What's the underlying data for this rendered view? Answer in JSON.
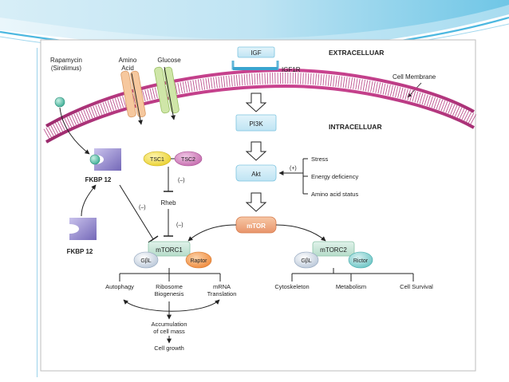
{
  "diagram": {
    "regions": {
      "extracellular": "EXTRACELLUAR",
      "intracellular": "INTRACELLUAR",
      "membrane": "Cell Membrane"
    },
    "inputs": {
      "rapamycin_line1": "Rapamycin",
      "rapamycin_line2": "(Sirolimus)",
      "amino_line1": "Amino",
      "amino_line2": "Acid",
      "glucose": "Glucose",
      "igf": "IGF",
      "igf1r": "IGF1R"
    },
    "nodes": {
      "pi3k": "PI3K",
      "akt": "Akt",
      "mtor": "mTOR",
      "tsc1": "TSC1",
      "tsc2": "TSC2",
      "rheb": "Rheb",
      "fkbp_top": "FKBP 12",
      "fkbp_bottom": "FKBP 12",
      "mtorc1": "mTORC1",
      "mtorc2": "mTORC2",
      "gbl1": "GβL",
      "raptor": "Raptor",
      "gbl2": "GβL",
      "rictor": "Rictor"
    },
    "signs": {
      "tsc_minus": "(–)",
      "rheb_minus": "(–)",
      "fkbp_minus": "(–)",
      "akt_plus": "(+)"
    },
    "stressors": {
      "stress": "Stress",
      "energy": "Energy deficiency",
      "amino_status": "Amino acid status"
    },
    "mtorc1_outputs": {
      "autophagy": "Autophagy",
      "ribosome_line1": "Ribosome",
      "ribosome_line2": "Biogenesis",
      "mrna_line1": "mRNA",
      "mrna_line2": "Translation"
    },
    "mtorc2_outputs": {
      "cytoskeleton": "Cytoskeleton",
      "metabolism": "Metabolism",
      "survival": "Cell Survival"
    },
    "results": {
      "accum_line1": "Accumulation",
      "accum_line2": "of cell mass",
      "growth": "Cell growth"
    }
  }
}
